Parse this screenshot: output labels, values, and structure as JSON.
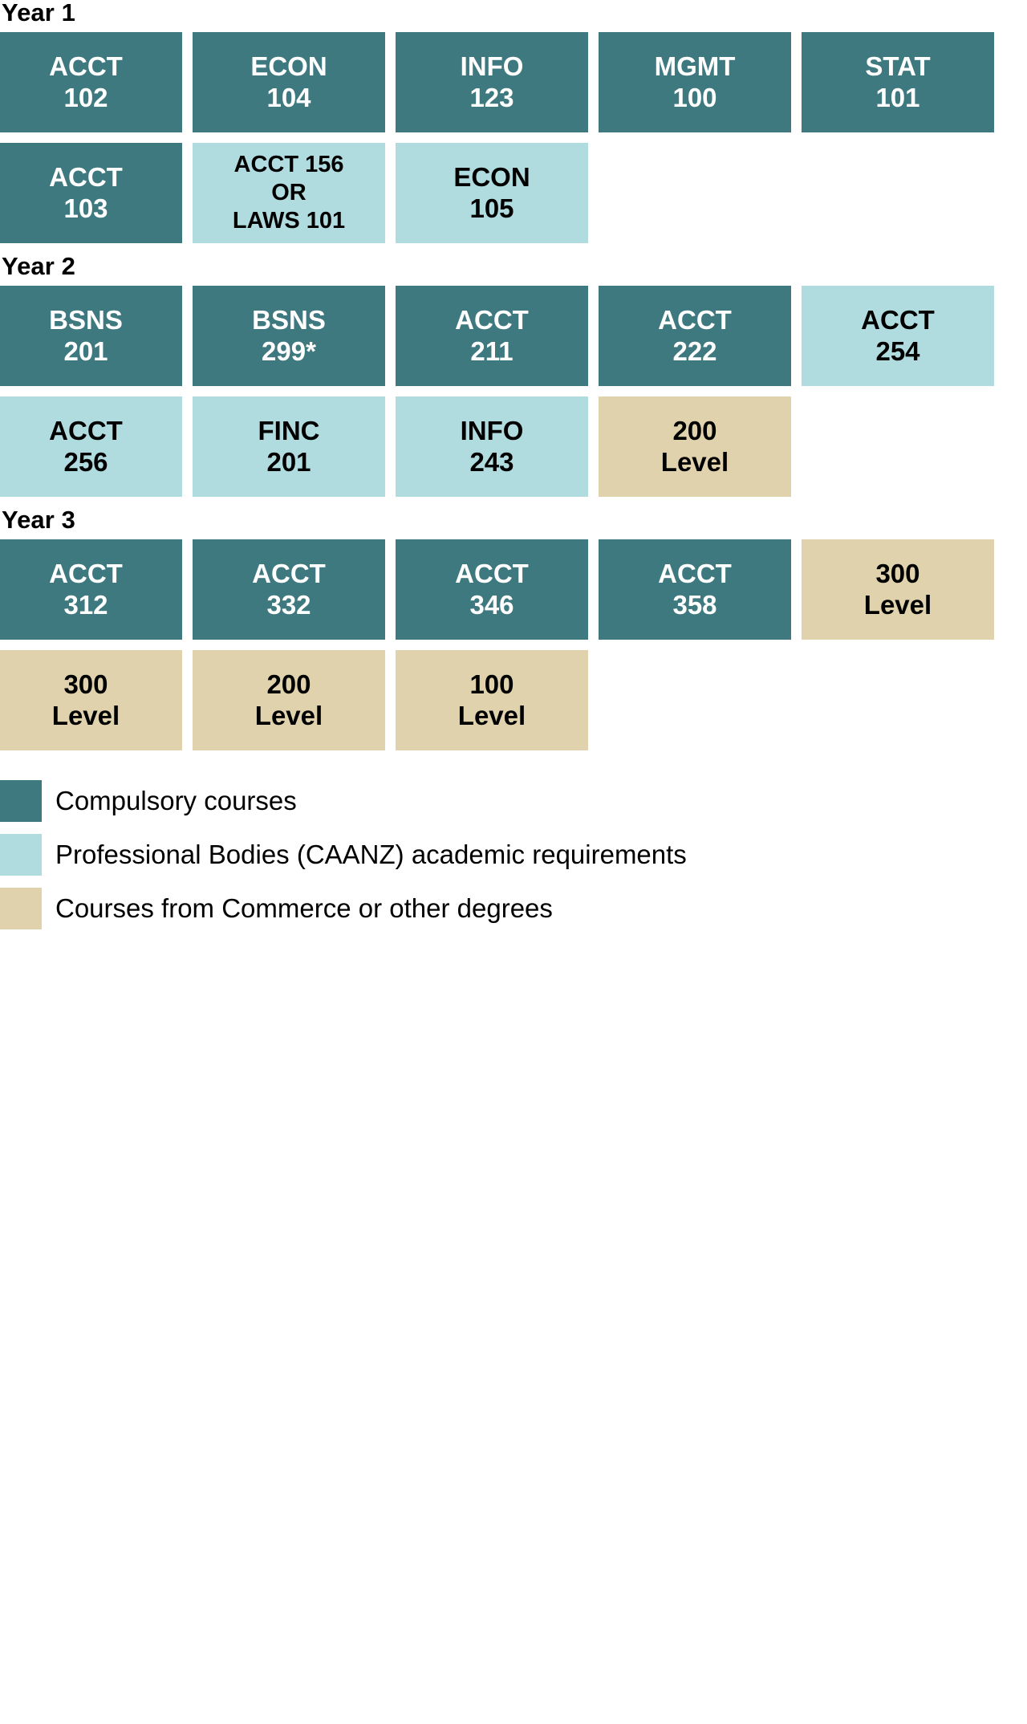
{
  "legend": {
    "items": [
      {
        "label": "Compulsory courses",
        "color": "#3F7980",
        "swatch": "compulsory"
      },
      {
        "label": "Professional Bodies (CAANZ) academic requirements",
        "color": "#B0DCE0",
        "swatch": "caanz"
      },
      {
        "label": "Courses from Commerce or other degrees",
        "color": "#E0D2AC",
        "swatch": "elective"
      }
    ]
  },
  "years": [
    {
      "heading": "Year 1",
      "rows": [
        [
          {
            "text": "ACCT\n102",
            "type": "compulsory"
          },
          {
            "text": "ECON\n104",
            "type": "compulsory"
          },
          {
            "text": "INFO\n123",
            "type": "compulsory"
          },
          {
            "text": "MGMT\n100",
            "type": "compulsory"
          },
          {
            "text": "STAT\n101",
            "type": "compulsory"
          }
        ],
        [
          {
            "text": "ACCT\n103",
            "type": "compulsory"
          },
          {
            "text": "ACCT 156\nOR\nLAWS 101",
            "type": "caanz"
          },
          {
            "text": "ECON\n105",
            "type": "caanz"
          },
          {
            "text": "",
            "type": "empty"
          },
          {
            "text": "",
            "type": "empty"
          }
        ]
      ]
    },
    {
      "heading": "Year 2",
      "rows": [
        [
          {
            "text": "BSNS\n201",
            "type": "compulsory"
          },
          {
            "text": "BSNS\n299*",
            "type": "compulsory"
          },
          {
            "text": "ACCT\n211",
            "type": "compulsory"
          },
          {
            "text": "ACCT\n222",
            "type": "compulsory"
          },
          {
            "text": "ACCT\n254",
            "type": "caanz"
          }
        ],
        [
          {
            "text": "ACCT\n256",
            "type": "caanz"
          },
          {
            "text": "FINC\n201",
            "type": "caanz"
          },
          {
            "text": "INFO\n243",
            "type": "caanz"
          },
          {
            "text": "200\nLevel",
            "type": "elective"
          },
          {
            "text": "",
            "type": "empty"
          }
        ]
      ]
    },
    {
      "heading": "Year 3",
      "rows": [
        [
          {
            "text": "ACCT\n312",
            "type": "compulsory"
          },
          {
            "text": "ACCT\n332",
            "type": "compulsory"
          },
          {
            "text": "ACCT\n346",
            "type": "compulsory"
          },
          {
            "text": "ACCT\n358",
            "type": "compulsory"
          },
          {
            "text": "300\nLevel",
            "type": "elective"
          }
        ],
        [
          {
            "text": "300\nLevel",
            "type": "elective"
          },
          {
            "text": "200\nLevel",
            "type": "elective"
          },
          {
            "text": "100\nLevel",
            "type": "elective"
          },
          {
            "text": "",
            "type": "empty"
          },
          {
            "text": "",
            "type": "empty"
          }
        ]
      ]
    }
  ]
}
